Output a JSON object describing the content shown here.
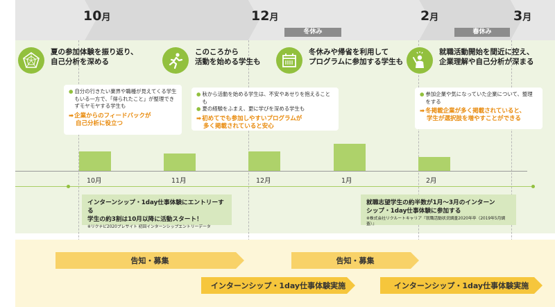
{
  "months_top": [
    {
      "num": "10",
      "unit": "月"
    },
    {
      "num": "12",
      "unit": "月"
    },
    {
      "num": "2",
      "unit": "月"
    },
    {
      "num": "3",
      "unit": "月"
    }
  ],
  "vacations": [
    "冬休み",
    "春休み"
  ],
  "stages": [
    {
      "icon": "pentagon-chart-icon",
      "lines": [
        "夏の参加体験を振り返り、",
        "自己分析を深める"
      ]
    },
    {
      "icon": "running-person-icon",
      "lines": [
        "このころから",
        "活動を始める学生も"
      ]
    },
    {
      "icon": "calendar-icon",
      "lines": [
        "冬休みや帰省を利用して",
        "プログラムに参加する学生も"
      ]
    },
    {
      "icon": "person-thinking-icon",
      "lines": [
        "就職活動開始を間近に控え、",
        "企業理解や自己分析が深まる"
      ]
    }
  ],
  "cards": [
    {
      "bullets": [
        "自分の行きたい業界や職種が見えてくる学生もいる一方で、「得られたこと」が整理できずモヤモヤする学生も"
      ],
      "tip": [
        "企業からのフィードバックが",
        "自己分析に役立つ"
      ]
    },
    {
      "bullets": [
        "秋から活動を始める学生は、不安やあせりを抱えることも",
        "夏の経験をふまえ、更に学びを深める学生も"
      ],
      "tip": [
        "初めてでも参加しやすいプログラムが",
        "多く掲載されていると安心"
      ]
    },
    {
      "bullets": [
        "参加企業や気になっていた企業について、整理をする"
      ],
      "tip": [
        "冬掲載企業が多く掲載されていると、",
        "学生が選択肢を増やすことができる"
      ]
    }
  ],
  "chart_data": {
    "type": "bar",
    "categories": [
      "10月",
      "11月",
      "12月",
      "1月",
      "2月"
    ],
    "values": [
      2.0,
      1.8,
      2.0,
      2.8,
      1.4
    ],
    "xlabel": "",
    "ylabel": "",
    "grid": false
  },
  "info_boxes": [
    {
      "lines": [
        "インターンシップ・1day仕事体験にエントリーする",
        "学生の約3割は10月以降に活動スタート！"
      ],
      "source": "※リクナビ2020プレサイト 初回インターンシップエントリーデータ"
    },
    {
      "lines": [
        "就職志望学生の約半数が1月〜3月のインターン",
        "シップ・1day仕事体験に参加する"
      ],
      "source": "※株式会社リクルートキャリア『就職活動状況調査2020年卒（2019年5月調査）』"
    }
  ],
  "schedule": {
    "recruit_label": "告知・募集",
    "intern_label": "インターンシップ・1day仕事体験実施"
  },
  "colors": {
    "green": "#92c03e",
    "light_green": "#aed26a",
    "orange_tip": "#e8890a",
    "yellow_arrow": "#f6c63c"
  }
}
